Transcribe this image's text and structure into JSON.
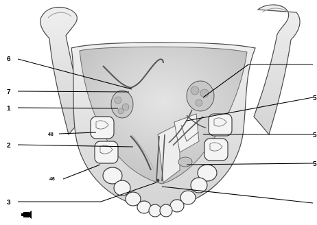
{
  "diagram": {
    "labels": [
      {
        "id": "6",
        "text": "6"
      },
      {
        "id": "7",
        "text": "7"
      },
      {
        "id": "1",
        "text": "1"
      },
      {
        "id": "48",
        "text": "48"
      },
      {
        "id": "2",
        "text": "2"
      },
      {
        "id": "46",
        "text": "46"
      },
      {
        "id": "3",
        "text": "3"
      },
      {
        "id": "r1",
        "text": "5"
      },
      {
        "id": "r2",
        "text": "5"
      },
      {
        "id": "r3",
        "text": "5"
      }
    ],
    "colors": {
      "bone": "#e6e6e6",
      "bone_shadow": "#bdbdbd",
      "tongue_area": "#d3d3d3",
      "gland": "#c6c6c6",
      "outline": "#4a4a4a"
    }
  }
}
